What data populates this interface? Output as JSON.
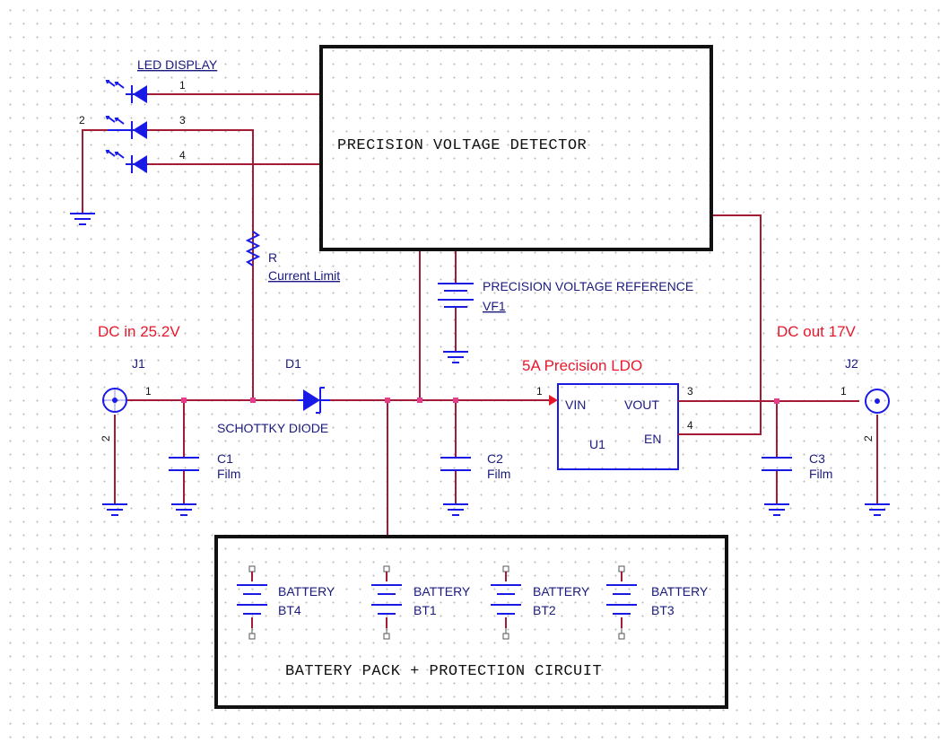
{
  "led_display": {
    "label": "LED DISPLAY",
    "pins": [
      "1",
      "2",
      "3",
      "4"
    ]
  },
  "detector": {
    "title": "PRECISION VOLTAGE DETECTOR"
  },
  "reference": {
    "label": "PRECISION VOLTAGE REFERENCE",
    "ref": "VF1"
  },
  "resistor": {
    "ref": "R",
    "value": "Current Limit"
  },
  "dc_in": {
    "label": "DC in 25.2V",
    "ref": "J1",
    "pin1": "1",
    "pin2": "2"
  },
  "dc_out": {
    "label": "DC out 17V",
    "ref": "J2",
    "pin1": "1",
    "pin2": "2"
  },
  "diode": {
    "ref": "D1",
    "label": "SCHOTTKY DIODE"
  },
  "c1": {
    "ref": "C1",
    "type": "Film"
  },
  "c2": {
    "ref": "C2",
    "type": "Film"
  },
  "c3": {
    "ref": "C3",
    "type": "Film"
  },
  "ldo": {
    "title": "5A Precision LDO",
    "ref": "U1",
    "vin": "VIN",
    "vout": "VOUT",
    "en": "EN",
    "pin_vin": "1",
    "pin_vout": "3",
    "pin_en": "4"
  },
  "battery_pack": {
    "title": "BATTERY PACK + PROTECTION CIRCUIT",
    "cells": [
      {
        "label": "BATTERY",
        "ref": "BT4"
      },
      {
        "label": "BATTERY",
        "ref": "BT1"
      },
      {
        "label": "BATTERY",
        "ref": "BT2"
      },
      {
        "label": "BATTERY",
        "ref": "BT3"
      }
    ]
  },
  "colors": {
    "wire": "#a31b35",
    "component": "#1a1ae6",
    "net_label": "#e8182c",
    "junction": "#e63c8c"
  }
}
